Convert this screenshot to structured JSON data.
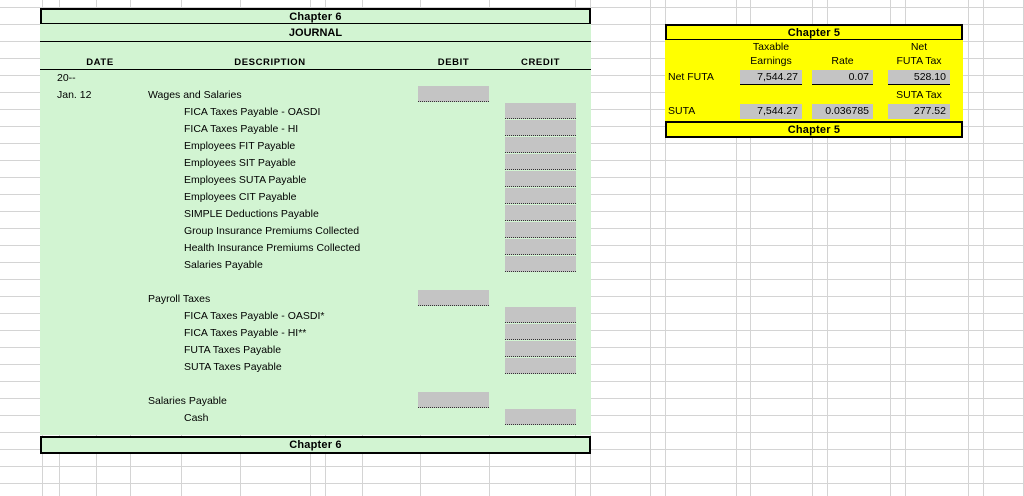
{
  "app": {
    "type": "spreadsheet",
    "colors": {
      "journal_fill": "#d2f4d2",
      "chapter5_fill": "#ffff00",
      "input_fill": "#c4c4c4",
      "grid_line": "#d4d4d4",
      "rule": "#000000"
    }
  },
  "journal": {
    "chapter_top_label": "Chapter 6",
    "chapter_bottom_label": "Chapter 6",
    "title": "JOURNAL",
    "columns": {
      "date": "DATE",
      "description": "DESCRIPTION",
      "debit": "DEBIT",
      "credit": "CREDIT"
    },
    "year_line": "20--",
    "entry_date": "Jan.  12",
    "rows": [
      {
        "description": "Wages and Salaries",
        "indent": 0,
        "debit": "",
        "credit": null
      },
      {
        "description": "FICA Taxes Payable - OASDI",
        "indent": 1,
        "debit": null,
        "credit": ""
      },
      {
        "description": "FICA Taxes Payable - HI",
        "indent": 1,
        "debit": null,
        "credit": ""
      },
      {
        "description": "Employees FIT Payable",
        "indent": 1,
        "debit": null,
        "credit": ""
      },
      {
        "description": "Employees SIT Payable",
        "indent": 1,
        "debit": null,
        "credit": ""
      },
      {
        "description": "Employees SUTA Payable",
        "indent": 1,
        "debit": null,
        "credit": ""
      },
      {
        "description": "Employees CIT Payable",
        "indent": 1,
        "debit": null,
        "credit": ""
      },
      {
        "description": "SIMPLE Deductions Payable",
        "indent": 1,
        "debit": null,
        "credit": ""
      },
      {
        "description": "Group Insurance Premiums Collected",
        "indent": 1,
        "debit": null,
        "credit": ""
      },
      {
        "description": "Health Insurance Premiums Collected",
        "indent": 1,
        "debit": null,
        "credit": ""
      },
      {
        "description": "Salaries Payable",
        "indent": 1,
        "debit": null,
        "credit": ""
      },
      {
        "description": "",
        "indent": 0,
        "debit": null,
        "credit": null
      },
      {
        "description": "Payroll Taxes",
        "indent": 0,
        "debit": "",
        "credit": null
      },
      {
        "description": "FICA Taxes Payable - OASDI*",
        "indent": 1,
        "debit": null,
        "credit": ""
      },
      {
        "description": "FICA Taxes Payable - HI**",
        "indent": 1,
        "debit": null,
        "credit": ""
      },
      {
        "description": "FUTA Taxes Payable",
        "indent": 1,
        "debit": null,
        "credit": ""
      },
      {
        "description": "SUTA Taxes Payable",
        "indent": 1,
        "debit": null,
        "credit": ""
      },
      {
        "description": "",
        "indent": 0,
        "debit": null,
        "credit": null
      },
      {
        "description": "Salaries Payable",
        "indent": 0,
        "debit": "",
        "credit": null
      },
      {
        "description": "Cash",
        "indent": 1,
        "debit": null,
        "credit": ""
      }
    ]
  },
  "chapter5": {
    "title_top": "Chapter 5",
    "title_bottom": "Chapter 5",
    "headers": {
      "taxable_earnings_line1": "Taxable",
      "taxable_earnings_line2": "Earnings",
      "rate": "Rate",
      "net_futa_tax_line1": "Net",
      "net_futa_tax_line2": "FUTA Tax",
      "suta_tax": "SUTA Tax"
    },
    "rows": [
      {
        "label": "Net FUTA",
        "taxable_earnings": "7,544.27",
        "rate": "0.07",
        "tax": "528.10"
      },
      {
        "label": "SUTA",
        "taxable_earnings": "7,544.27",
        "rate": "0.036785",
        "tax": "277.52"
      }
    ]
  }
}
